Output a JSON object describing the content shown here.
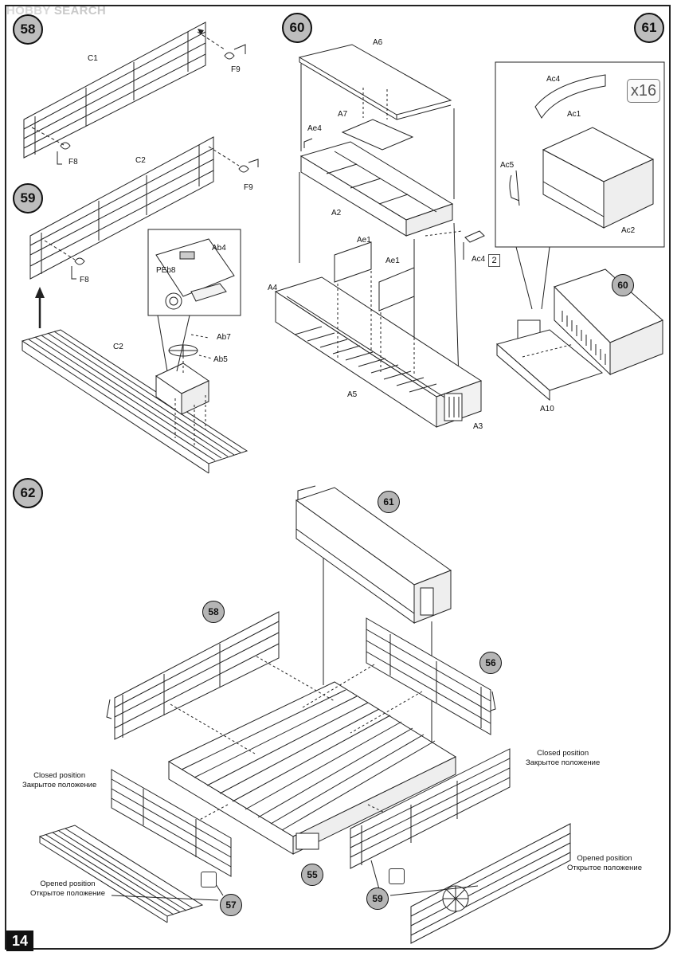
{
  "watermark": {
    "hobby": "HOBBY",
    "search": "SEARCH"
  },
  "page_number": "14",
  "steps": {
    "s58": "58",
    "s59": "59",
    "s60": "60",
    "s61": "61",
    "s62": "62"
  },
  "multiplier": "x16",
  "parts": {
    "C1": "C1",
    "C2_top": "C2",
    "C2_bottom": "C2",
    "F9_top": "F9",
    "F9_mid": "F9",
    "F8_top": "F8",
    "F8_mid": "F8",
    "Ab4": "Ab4",
    "PEb8": "PEb8",
    "Ab7": "Ab7",
    "Ab5": "Ab5",
    "A6": "A6",
    "A7": "A7",
    "Ae4": "Ae4",
    "A2": "A2",
    "Ae1_left": "Ae1",
    "Ae1_right": "Ae1",
    "A4": "A4",
    "A5": "A5",
    "A3": "A3",
    "Ac4_side": "Ac4",
    "Ac4_side_qty": "2",
    "Ac4": "Ac4",
    "Ac1": "Ac1",
    "Ac5": "Ac5",
    "Ac2": "Ac2",
    "A10": "A10"
  },
  "refs": {
    "r60": "60",
    "r61": "61",
    "r58": "58",
    "r56": "56",
    "r55": "55",
    "r57": "57",
    "r59": "59"
  },
  "notes": {
    "closed_right_en": "Closed position",
    "closed_right_ru": "Закрытое положение",
    "closed_left_en": "Closed position",
    "closed_left_ru": "Закрытое положение",
    "opened_left_en": "Opened position",
    "opened_left_ru": "Открытое положение",
    "opened_right_en": "Opened position",
    "opened_right_ru": "Открытое положение"
  }
}
